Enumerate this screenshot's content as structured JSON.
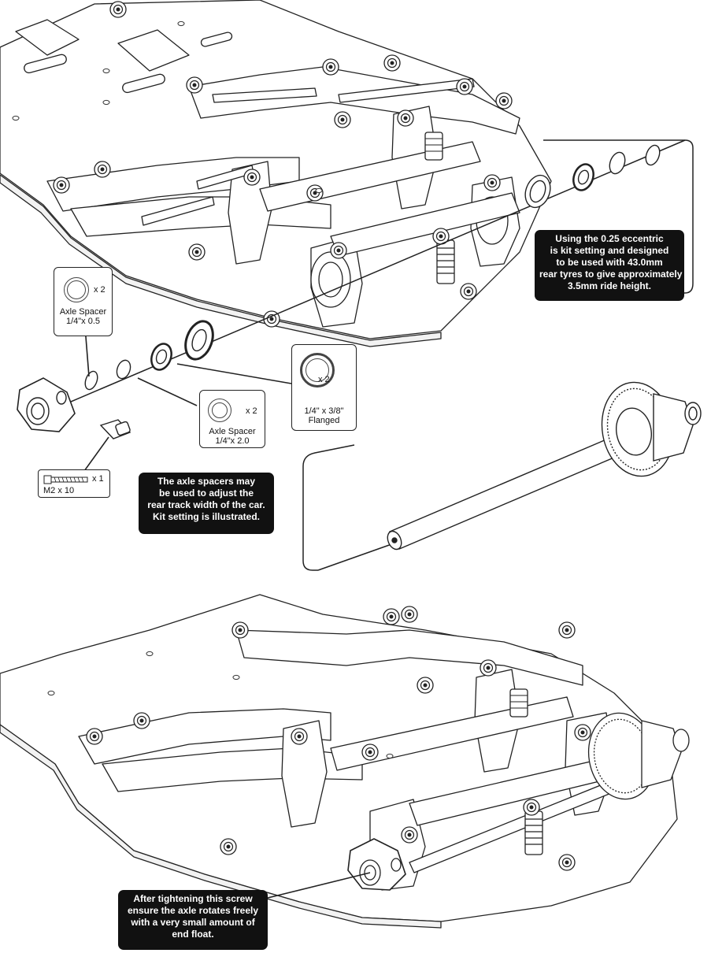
{
  "parts": {
    "axle_spacer_05": {
      "qty": "x 2",
      "name_line1": "Axle Spacer",
      "name_line2": "1/4\"x 0.5"
    },
    "flanged_bearing": {
      "qty": "x 2",
      "name_line1": "1/4\" x 3/8\"",
      "name_line2": "Flanged"
    },
    "axle_spacer_20": {
      "qty": "x 2",
      "name_line1": "Axle Spacer",
      "name_line2": "1/4\"x 2.0"
    },
    "screw": {
      "qty": "x 1",
      "name": "M2 x 10"
    }
  },
  "callouts": {
    "eccentric_note": [
      "Using the 0.25 eccentric",
      "is kit setting and designed",
      "to be used with 43.0mm",
      "rear tyres to give approximately",
      "3.5mm ride height."
    ],
    "axle_spacers_note": [
      "The axle spacers may",
      "be used to adjust the",
      "rear track width of the car.",
      "Kit setting is illustrated."
    ],
    "tightening_note": [
      "After tightening this screw",
      "ensure the axle rotates freely",
      "with a very small amount of",
      "end float."
    ]
  },
  "colors": {
    "line": "#222222",
    "callout_bg": "#111111",
    "callout_text": "#ffffff"
  }
}
